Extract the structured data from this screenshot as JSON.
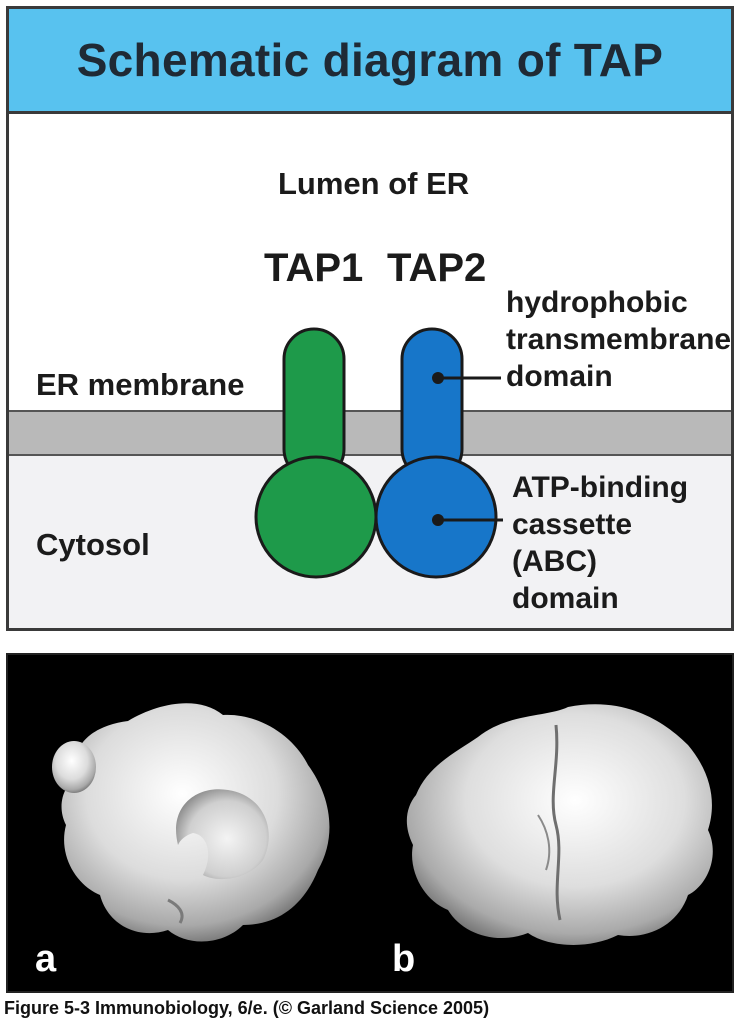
{
  "title": "Schematic diagram of TAP",
  "labels": {
    "lumen": "Lumen of ER",
    "tap1": "TAP1",
    "tap2": "TAP2",
    "er_membrane": "ER membrane",
    "cytosol": "Cytosol",
    "hydrophobic": [
      "hydrophobic",
      "transmembrane",
      "domain"
    ],
    "atp_binding": [
      "ATP-binding",
      "cassette",
      "(ABC)",
      "domain"
    ]
  },
  "colors": {
    "title_bar": "#58c2ef",
    "tap1": "#1e9a4a",
    "tap2": "#1776c9",
    "membrane": "#b9b9b9"
  },
  "panels": {
    "a": "a",
    "b": "b"
  },
  "caption": "Figure 5-3  Immunobiology, 6/e. (© Garland Science 2005)"
}
